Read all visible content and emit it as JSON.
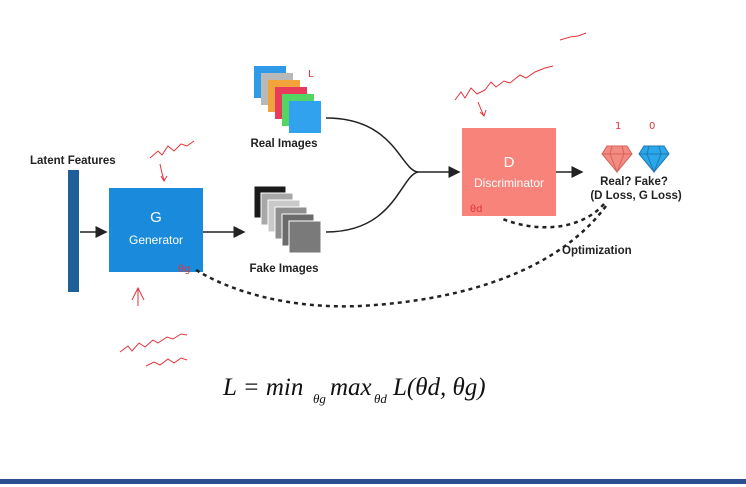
{
  "latent_features_label": "Latent Features",
  "generator": {
    "letter": "G",
    "name": "Generator",
    "color": "#1a8bdc"
  },
  "discriminator": {
    "letter": "D",
    "name": "Discriminator",
    "color": "#f7837b"
  },
  "real_images_label": "Real Images",
  "fake_images_label": "Fake Images",
  "output": {
    "line1": "Real? Fake?",
    "line2": "(D Loss, G Loss)"
  },
  "optimization_label": "Optimization",
  "formula": {
    "lhs": "L = min",
    "sub_g": "θg",
    "max": "max",
    "sub_d": "θd",
    "rhs": "L(θd, θg)"
  },
  "annotations": {
    "L_mark": "L",
    "one": "1",
    "zero": "0",
    "theta_d": "θd",
    "theta_g": "θg"
  },
  "colors": {
    "latent_bar": "#1f5f99",
    "arrow": "#222222",
    "handwriting": "#e0343c",
    "bottom_rule": "#2b4f8e",
    "gem_red": "#f28b82",
    "gem_blue": "#2aa7e8"
  }
}
